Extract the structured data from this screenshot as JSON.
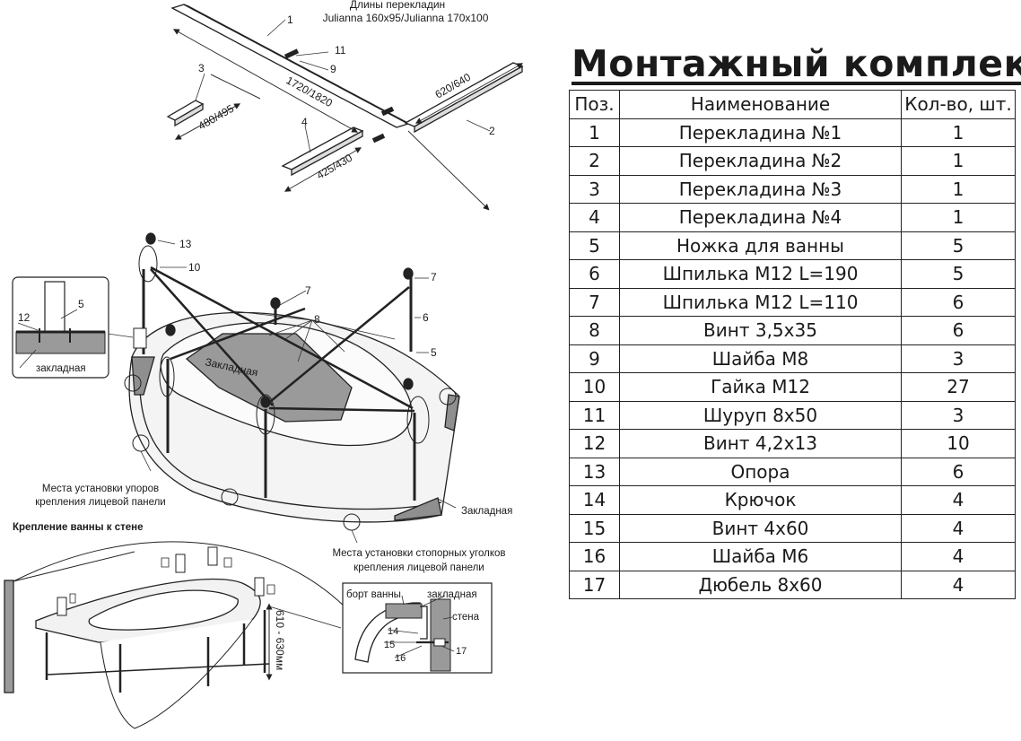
{
  "frame_lengths_title": "Длины перекладин",
  "frame_lengths_subtitle": "Julianna 160x95/Julianna 170x100",
  "dimensions": {
    "d1": "1720/1820",
    "d2": "620/640",
    "d3": "480/495",
    "d4": "425/430",
    "height": "610 - 630мм"
  },
  "callouts": {
    "n1": "1",
    "n2": "2",
    "n3": "3",
    "n4": "4",
    "n5": "5",
    "n6": "6",
    "n7": "7",
    "n8": "8",
    "n9": "9",
    "n10": "10",
    "n11": "11",
    "n12": "12",
    "n13": "13",
    "n14": "14",
    "n15": "15",
    "n16": "16",
    "n17": "17"
  },
  "labels": {
    "embed_inset": "закладная",
    "embed_panel": "Закладная",
    "embed_right": "Закладная",
    "stops_line1": "Места установки упоров",
    "stops_line2": "крепления лицевой панели",
    "corners_line1": "Места установки стопорных уголков",
    "corners_line2": "крепления лицевой панели",
    "wall_mount_title": "Крепление ванны к стене",
    "detail_rim": "борт ванны",
    "detail_embed": "закладная",
    "detail_wall": "стена"
  },
  "kit": {
    "title": "Монтажный комплект",
    "headers": [
      "Поз.",
      "Наименование",
      "Кол-во, шт."
    ],
    "rows": [
      [
        "1",
        "Перекладина №1",
        "1"
      ],
      [
        "2",
        "Перекладина №2",
        "1"
      ],
      [
        "3",
        "Перекладина №3",
        "1"
      ],
      [
        "4",
        "Перекладина №4",
        "1"
      ],
      [
        "5",
        "Ножка для ванны",
        "5"
      ],
      [
        "6",
        "Шпилька М12 L=190",
        "5"
      ],
      [
        "7",
        "Шпилька М12 L=110",
        "6"
      ],
      [
        "8",
        "Винт 3,5х35",
        "6"
      ],
      [
        "9",
        "Шайба М8",
        "3"
      ],
      [
        "10",
        "Гайка М12",
        "27"
      ],
      [
        "11",
        "Шуруп 8х50",
        "3"
      ],
      [
        "12",
        "Винт 4,2х13",
        "10"
      ],
      [
        "13",
        "Опора",
        "6"
      ],
      [
        "14",
        "Крючок",
        "4"
      ],
      [
        "15",
        "Винт 4х60",
        "4"
      ],
      [
        "16",
        "Шайба М6",
        "4"
      ],
      [
        "17",
        "Дюбель 8х60",
        "4"
      ]
    ]
  }
}
